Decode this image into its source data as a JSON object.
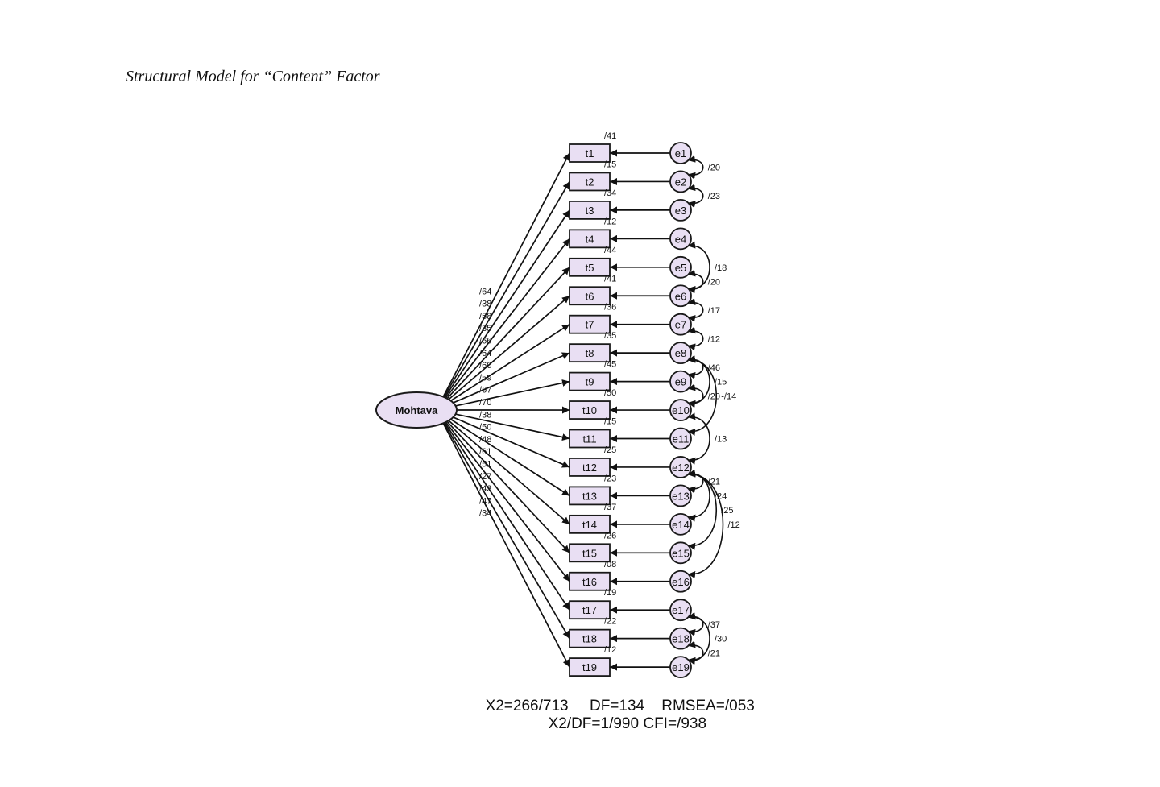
{
  "caption": "Structural Model for “Content” Factor",
  "latent": {
    "label": "Mohtava"
  },
  "colors": {
    "fill": "#e9dff3",
    "stroke": "#1a1a1a"
  },
  "indicators": [
    {
      "label": "t1",
      "loading": "/64",
      "r2": "/41",
      "error": "e1"
    },
    {
      "label": "t2",
      "loading": "/38",
      "r2": "/15",
      "error": "e2"
    },
    {
      "label": "t3",
      "loading": "/58",
      "r2": "/34",
      "error": "e3"
    },
    {
      "label": "t4",
      "loading": "/35",
      "r2": "/12",
      "error": "e4"
    },
    {
      "label": "t5",
      "loading": "/66",
      "r2": "/44",
      "error": "e5"
    },
    {
      "label": "t6",
      "loading": "/64",
      "r2": "/41",
      "error": "e6"
    },
    {
      "label": "t7",
      "loading": "/60",
      "r2": "/36",
      "error": "e7"
    },
    {
      "label": "t8",
      "loading": "/59",
      "r2": "/35",
      "error": "e8"
    },
    {
      "label": "t9",
      "loading": "/67",
      "r2": "/45",
      "error": "e9"
    },
    {
      "label": "t10",
      "loading": "/70",
      "r2": "/50",
      "error": "e10"
    },
    {
      "label": "t11",
      "loading": "/38",
      "r2": "/15",
      "error": "e11"
    },
    {
      "label": "t12",
      "loading": "/50",
      "r2": "/25",
      "error": "e12"
    },
    {
      "label": "t13",
      "loading": "/48",
      "r2": "/23",
      "error": "e13"
    },
    {
      "label": "t14",
      "loading": "/61",
      "r2": "/37",
      "error": "e14"
    },
    {
      "label": "t15",
      "loading": "/51",
      "r2": "/26",
      "error": "e15"
    },
    {
      "label": "t16",
      "loading": "/27",
      "r2": "/08",
      "error": "e16"
    },
    {
      "label": "t17",
      "loading": "/43",
      "r2": "/19",
      "error": "e17"
    },
    {
      "label": "t18",
      "loading": "/47",
      "r2": "/22",
      "error": "e18"
    },
    {
      "label": "t19",
      "loading": "/34",
      "r2": "/12",
      "error": "e19"
    }
  ],
  "covariances": [
    {
      "from": "e1",
      "to": "e2",
      "value": "/20"
    },
    {
      "from": "e2",
      "to": "e3",
      "value": "/23"
    },
    {
      "from": "e4",
      "to": "e6",
      "value": "/18"
    },
    {
      "from": "e5",
      "to": "e6",
      "value": "/20"
    },
    {
      "from": "e6",
      "to": "e7",
      "value": "/17"
    },
    {
      "from": "e7",
      "to": "e8",
      "value": "/12"
    },
    {
      "from": "e8",
      "to": "e9",
      "value": "/46"
    },
    {
      "from": "e9",
      "to": "e10",
      "value": "/20"
    },
    {
      "from": "e8",
      "to": "e10",
      "value": "/15"
    },
    {
      "from": "e8",
      "to": "e11",
      "value": "-/14"
    },
    {
      "from": "e10",
      "to": "e12",
      "value": "/13"
    },
    {
      "from": "e12",
      "to": "e13",
      "value": "/21"
    },
    {
      "from": "e12",
      "to": "e14",
      "value": "/24"
    },
    {
      "from": "e12",
      "to": "e15",
      "value": "/25"
    },
    {
      "from": "e12",
      "to": "e16",
      "value": "/12"
    },
    {
      "from": "e17",
      "to": "e18",
      "value": "/37"
    },
    {
      "from": "e17",
      "to": "e19",
      "value": "/30"
    },
    {
      "from": "e18",
      "to": "e19",
      "value": "/21"
    }
  ],
  "fit": {
    "chi2": "X2=266/713",
    "df": "DF=134",
    "rmsea": "RMSEA=/053",
    "chi2_df": "X2/DF=1/990",
    "cfi": "CFI=/938"
  }
}
